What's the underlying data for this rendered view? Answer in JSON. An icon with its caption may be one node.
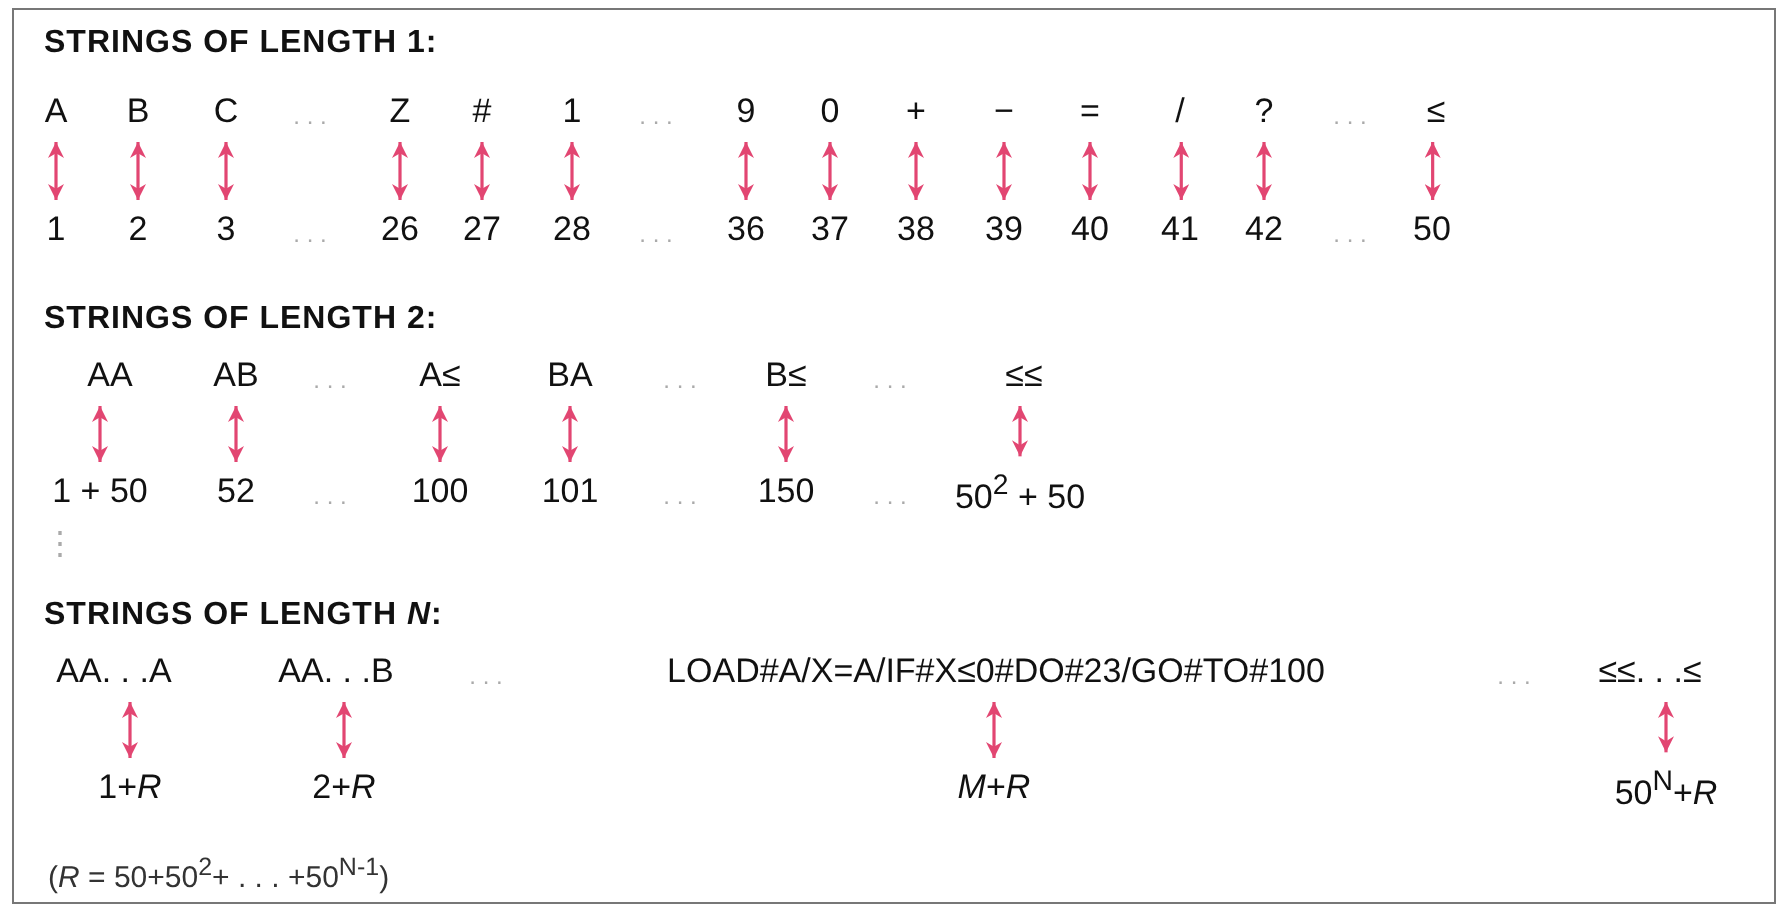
{
  "diagram": {
    "nodes": [
      {
        "text": [
          "A"
        ]
      },
      {
        "text": [
          "B"
        ]
      },
      {
        "text": [
          "C"
        ]
      },
      {
        "text": [
          "Z"
        ]
      },
      {
        "text": [
          "#"
        ]
      },
      {
        "text": [
          "1"
        ]
      },
      {
        "text": [
          "9"
        ]
      },
      {
        "text": [
          "0"
        ]
      },
      {
        "text": [
          "+"
        ]
      },
      {
        "text": [
          "−"
        ]
      },
      {
        "text": [
          "="
        ]
      },
      {
        "text": [
          "/"
        ]
      },
      {
        "text": [
          "?"
        ]
      },
      {
        "text": [
          "≤"
        ]
      },
      {
        "text": [
          "1"
        ]
      },
      {
        "text": [
          "2"
        ]
      },
      {
        "text": [
          "3"
        ]
      },
      {
        "text": [
          "26"
        ]
      },
      {
        "text": [
          "27"
        ]
      },
      {
        "text": [
          "28"
        ]
      },
      {
        "text": [
          "36"
        ]
      },
      {
        "text": [
          "37"
        ]
      },
      {
        "text": [
          "38"
        ]
      },
      {
        "text": [
          "39"
        ]
      },
      {
        "text": [
          "40"
        ]
      },
      {
        "text": [
          "41"
        ]
      },
      {
        "text": [
          "42"
        ]
      },
      {
        "text": [
          "50"
        ]
      },
      {
        "text": [
          "AA"
        ]
      },
      {
        "text": [
          "AB"
        ]
      },
      {
        "text": [
          "A≤"
        ]
      },
      {
        "text": [
          "BA"
        ]
      },
      {
        "text": [
          "B≤"
        ]
      },
      {
        "text": [
          "≤≤"
        ]
      },
      {
        "text": [
          "1 + 50"
        ]
      },
      {
        "text": [
          "52"
        ]
      },
      {
        "text": [
          "100"
        ]
      },
      {
        "text": [
          "101"
        ]
      },
      {
        "text": [
          "150"
        ]
      },
      {
        "text": [
          "50$^{2}$ + 50"
        ]
      },
      {
        "text": [
          "AA. . .A"
        ]
      },
      {
        "text": [
          "AA. . .B"
        ]
      },
      {
        "text": [
          "LOAD#A/X=A/IF#X≤0#DO#23/GO#TO#100"
        ]
      },
      {
        "text": [
          "≤≤. . .≤"
        ]
      },
      {
        "text": [
          "1+*R*"
        ]
      },
      {
        "text": [
          "2+*R*"
        ]
      },
      {
        "text": [
          "*M*+*R*"
        ]
      },
      {
        "text": [
          "50$^{N}$+*R*"
        ]
      }
    ],
    "edges": [
      {
        "from": 0,
        "to": 14,
        "arrow": "both"
      },
      {
        "from": 1,
        "to": 15,
        "arrow": "both"
      },
      {
        "from": 2,
        "to": 16,
        "arrow": "both"
      },
      {
        "from": 3,
        "to": 17,
        "arrow": "both"
      },
      {
        "from": 4,
        "to": 18,
        "arrow": "both"
      },
      {
        "from": 5,
        "to": 19,
        "arrow": "both"
      },
      {
        "from": 6,
        "to": 20,
        "arrow": "both"
      },
      {
        "from": 7,
        "to": 21,
        "arrow": "both"
      },
      {
        "from": 8,
        "to": 22,
        "arrow": "both"
      },
      {
        "from": 9,
        "to": 23,
        "arrow": "both"
      },
      {
        "from": 10,
        "to": 24,
        "arrow": "both"
      },
      {
        "from": 11,
        "to": 25,
        "arrow": "both"
      },
      {
        "from": 12,
        "to": 26,
        "arrow": "both"
      },
      {
        "from": 13,
        "to": 27,
        "arrow": "both"
      },
      {
        "from": 28,
        "to": 34,
        "arrow": "both"
      },
      {
        "from": 29,
        "to": 35,
        "arrow": "both"
      },
      {
        "from": 30,
        "to": 36,
        "arrow": "both"
      },
      {
        "from": 31,
        "to": 37,
        "arrow": "both"
      },
      {
        "from": 32,
        "to": 38,
        "arrow": "both"
      },
      {
        "from": 33,
        "to": 39,
        "arrow": "both"
      },
      {
        "from": 40,
        "to": 44,
        "arrow": "both"
      },
      {
        "from": 41,
        "to": 45,
        "arrow": "both"
      },
      {
        "from": 42,
        "to": 46,
        "arrow": "both"
      },
      {
        "from": 43,
        "to": 47,
        "arrow": "both"
      }
    ],
    "labels": [
      "STRINGS OF LENGTH 1:",
      ". . .",
      ". . .",
      ". . .",
      ". . .",
      ". . .",
      ". . .",
      "STRINGS OF LENGTH 2:",
      ". . .",
      ". . .",
      ". . .",
      ". . .",
      ". . .",
      ". . .",
      "⋮",
      "STRINGS OF LENGTH *N*:",
      ". . .",
      ". . .",
      "(*R* = 50+50$^{2}$+ . . . +50$^{N-1}$)"
    ]
  }
}
